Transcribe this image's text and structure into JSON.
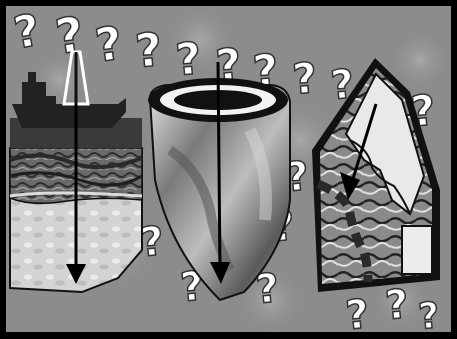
{
  "illustration": {
    "glyph": "?",
    "colors": {
      "background": "#8c8c8c",
      "frame": "#000000",
      "question_mark": "#ffffff",
      "arrow": "#000000",
      "sediment": "#d9d9d9",
      "core_dark": "#3a3a3a"
    },
    "panels": [
      {
        "name": "seismic-well-section",
        "icon": "drilling-ship-icon"
      },
      {
        "name": "core-sample-section",
        "icon": "core-cylinder-icon"
      },
      {
        "name": "fault-block-section",
        "icon": "fault-block-icon"
      }
    ]
  }
}
